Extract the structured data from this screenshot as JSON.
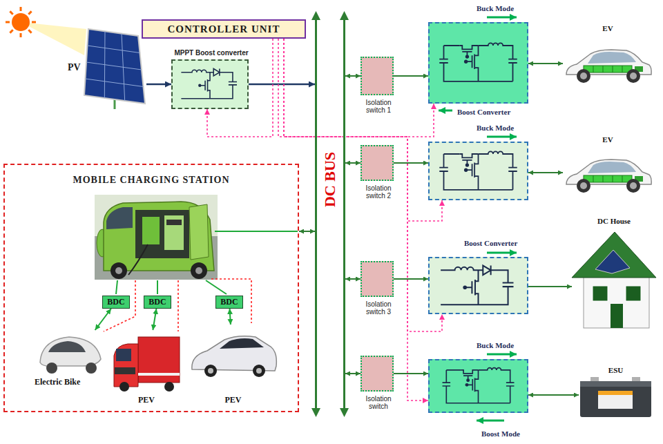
{
  "diagram": {
    "nodes": [
      {
        "text": [
          "CONTROLLER UNIT"
        ]
      },
      {
        "text": [
          "PV"
        ]
      },
      {
        "text": [
          "MPPT Boost converter"
        ]
      },
      {
        "text": [
          "DC BUS"
        ]
      },
      {
        "text": [
          "Isolation switch 1"
        ]
      },
      {
        "text": [
          "Buck Mode",
          "Boost Converter"
        ]
      },
      {
        "text": [
          "EV"
        ]
      },
      {
        "text": [
          "Isolation switch 2"
        ]
      },
      {
        "text": [
          "Buck Mode"
        ]
      },
      {
        "text": [
          "EV"
        ]
      },
      {
        "text": [
          "MOBILE CHARGING STATION"
        ]
      },
      {
        "text": [
          "BDC"
        ],
        "in": 10
      },
      {
        "text": [
          "BDC"
        ],
        "in": 10
      },
      {
        "text": [
          "BDC"
        ],
        "in": 10
      },
      {
        "text": [
          "Electric Bike"
        ],
        "in": 10
      },
      {
        "text": [
          "PEV"
        ],
        "in": 10
      },
      {
        "text": [
          "PEV"
        ],
        "in": 10
      },
      {
        "text": [
          "Isolation switch 3"
        ]
      },
      {
        "text": [
          "Boost Converter"
        ]
      },
      {
        "text": [
          "DC House"
        ]
      },
      {
        "text": [
          "Isolation switch"
        ]
      },
      {
        "text": [
          "Buck Mode",
          "Boost Mode"
        ]
      },
      {
        "text": [
          "ESU"
        ]
      }
    ],
    "edges": [
      {
        "from": 1,
        "to": 2,
        "arrow": "to"
      },
      {
        "from": 2,
        "to": 3,
        "arrow": "to"
      },
      {
        "from": 0,
        "to": 2,
        "arrow": "to"
      },
      {
        "from": 0,
        "to": 5,
        "arrow": "to"
      },
      {
        "from": 0,
        "to": 8,
        "arrow": "to"
      },
      {
        "from": 0,
        "to": 18,
        "arrow": "to"
      },
      {
        "from": 0,
        "to": 21,
        "arrow": "to"
      },
      {
        "from": 3,
        "to": 4,
        "arrow": "both"
      },
      {
        "from": 4,
        "to": 5,
        "arrow": "to"
      },
      {
        "from": 5,
        "to": 6,
        "arrow": "both"
      },
      {
        "from": 3,
        "to": 7,
        "arrow": "both"
      },
      {
        "from": 7,
        "to": 8,
        "arrow": "to"
      },
      {
        "from": 8,
        "to": 9,
        "arrow": "both"
      },
      {
        "from": 10,
        "to": 3,
        "arrow": "both"
      },
      {
        "from": 11,
        "to": 14,
        "arrow": "both"
      },
      {
        "from": 12,
        "to": 15,
        "arrow": "both"
      },
      {
        "from": 13,
        "to": 16,
        "arrow": "both"
      },
      {
        "from": 3,
        "to": 17,
        "arrow": "both"
      },
      {
        "from": 17,
        "to": 18,
        "arrow": "to"
      },
      {
        "from": 18,
        "to": 19,
        "arrow": "to"
      },
      {
        "from": 3,
        "to": 20,
        "arrow": "both"
      },
      {
        "from": 20,
        "to": 21,
        "arrow": "to"
      },
      {
        "from": 21,
        "to": 22,
        "arrow": "both"
      }
    ]
  }
}
